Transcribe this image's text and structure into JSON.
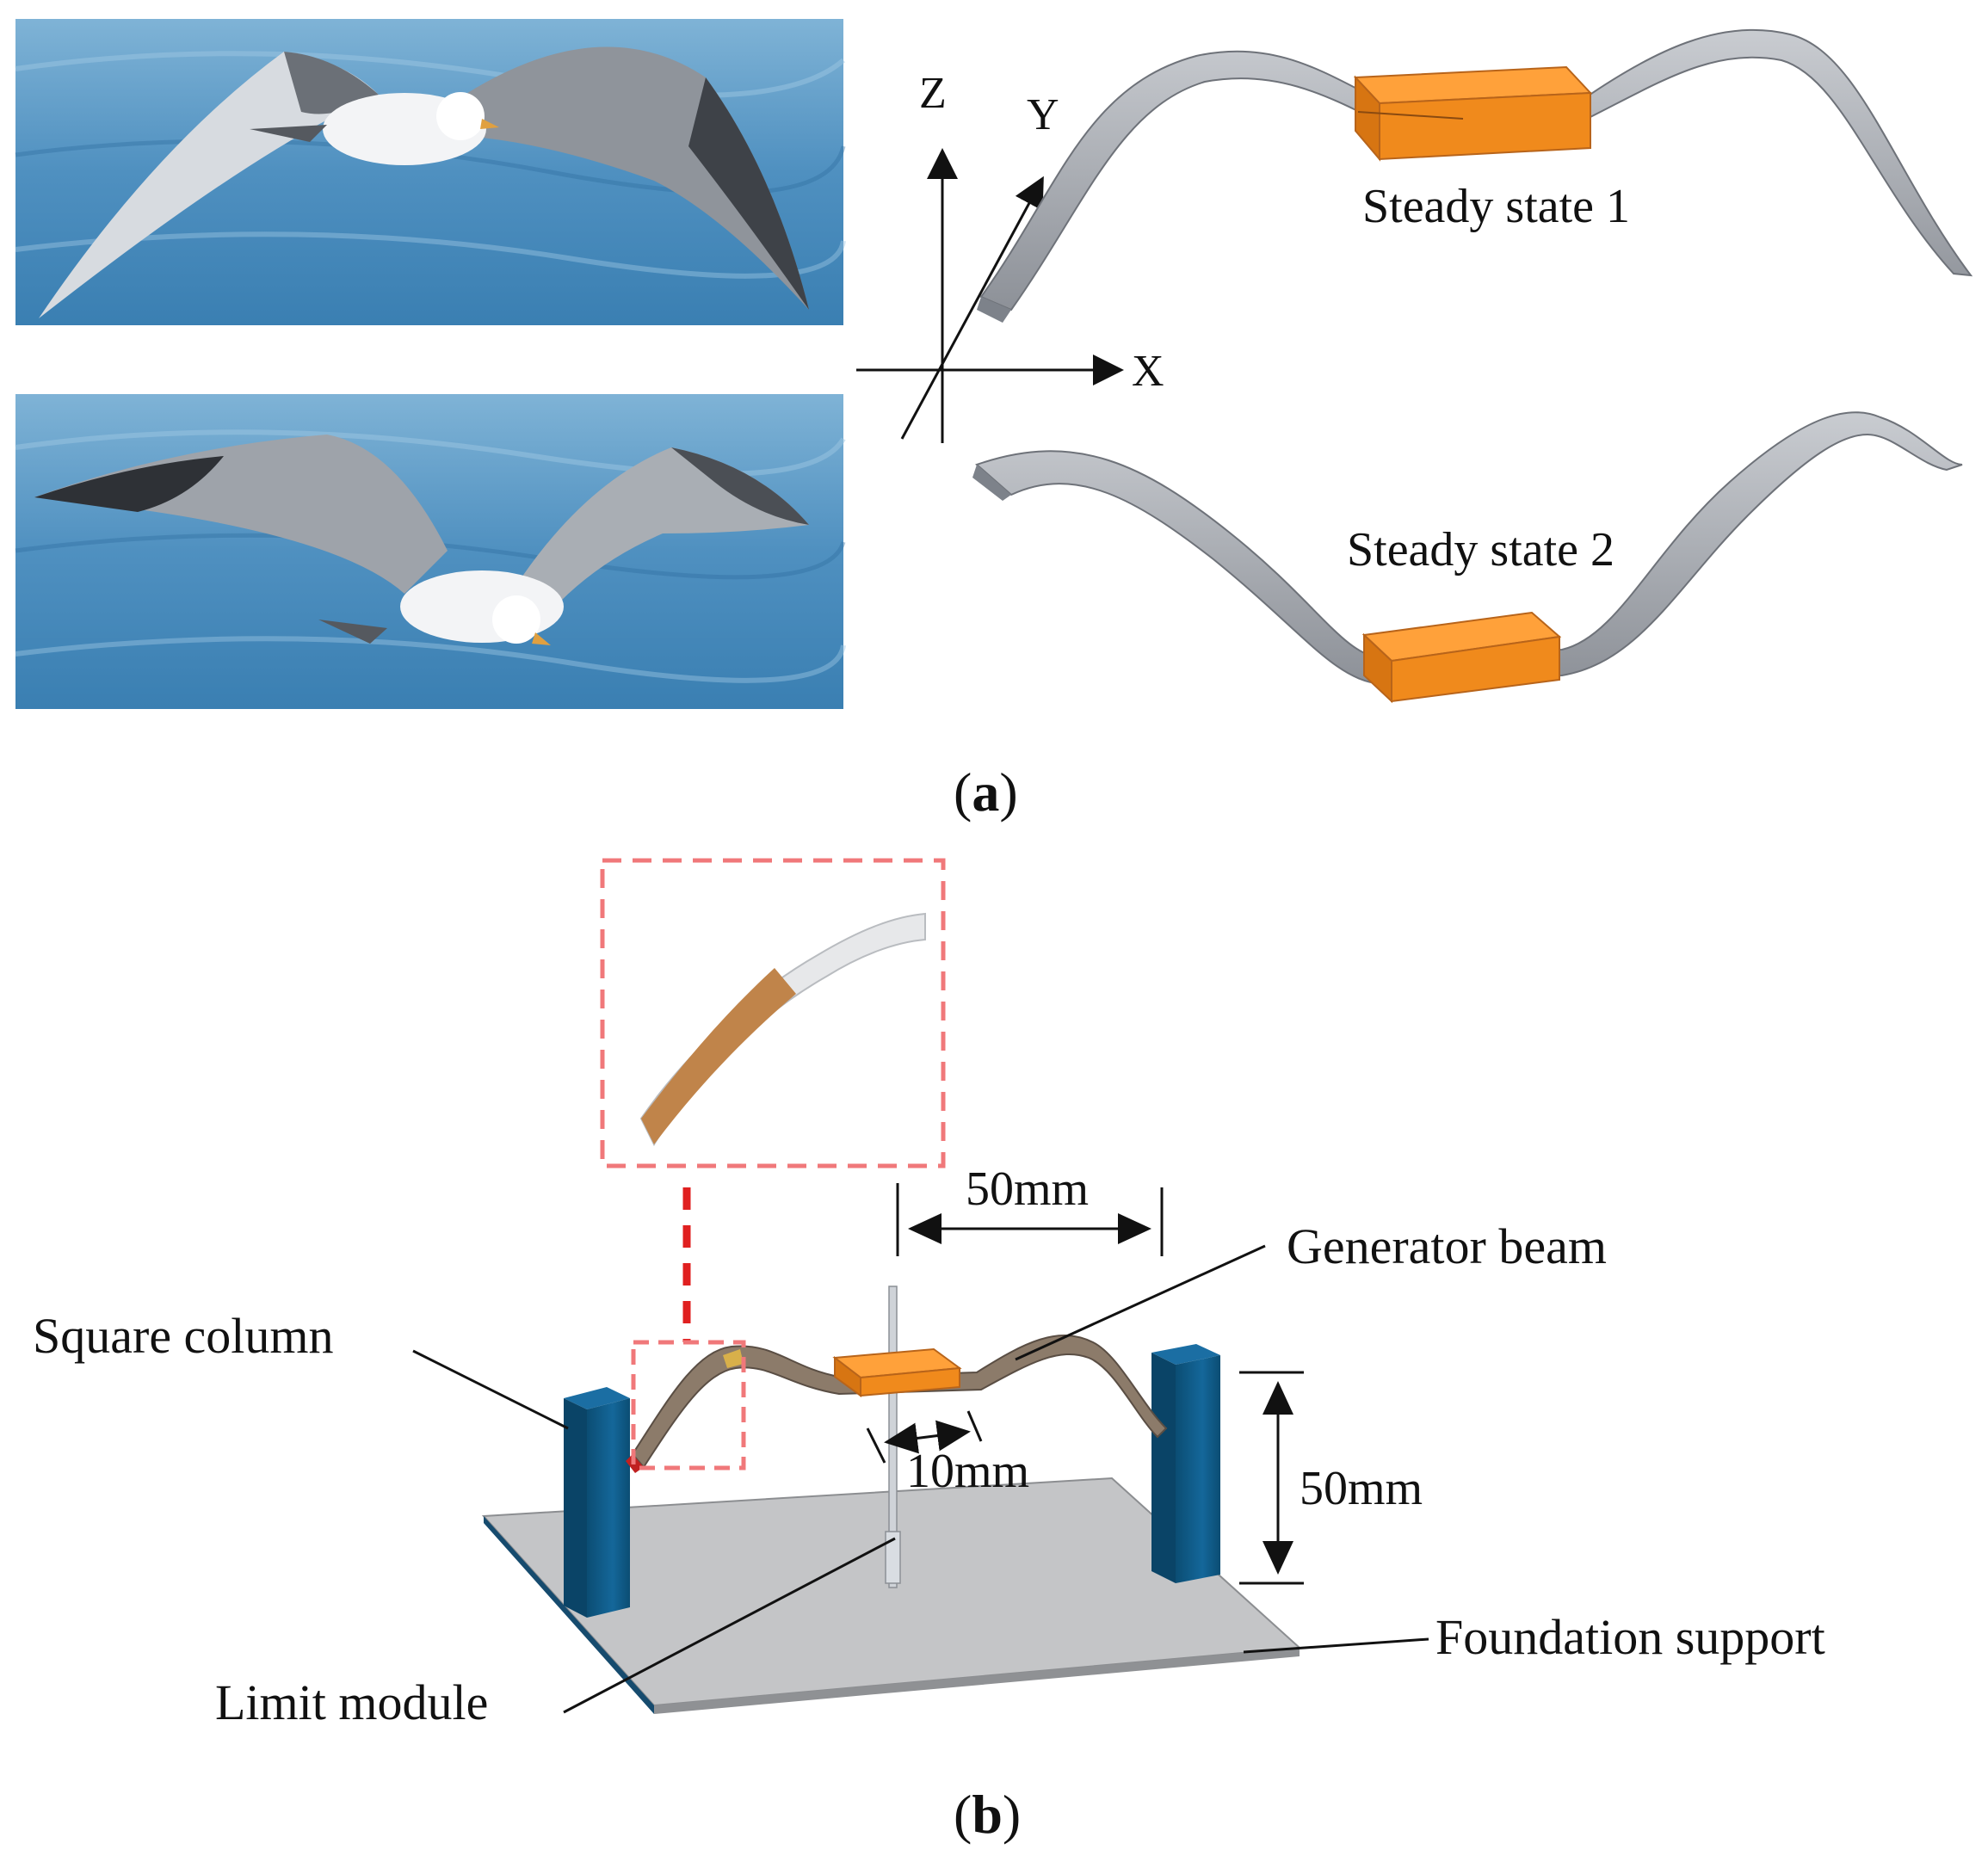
{
  "panel_a": {
    "caption_open": "(",
    "caption_letter": "a",
    "caption_close": ")",
    "axes": {
      "z": "Z",
      "y": "Y",
      "x": "X"
    },
    "state1_label": "Steady state 1",
    "state2_label": "Steady state 2",
    "photo_top_icon": "seagull-wings-raised-photo",
    "photo_bottom_icon": "seagull-wings-lowered-photo"
  },
  "panel_b": {
    "caption_open": "(",
    "caption_letter": "b",
    "caption_close": ")",
    "dim_span": "50mm",
    "dim_height": "50mm",
    "dim_block": "10mm",
    "label_generator_beam": "Generator beam",
    "label_square_column": "Square column",
    "label_limit_module": "Limit module",
    "label_foundation_support": "Foundation support"
  },
  "colors": {
    "mass_block": "#f08a1c",
    "beam": "#a9adb4",
    "column": "#0f5a84",
    "base": "#c4c5c7",
    "inset_dash": "#f0787a",
    "piezo_strip": "#c0844a",
    "sea": "#3f86b8"
  }
}
